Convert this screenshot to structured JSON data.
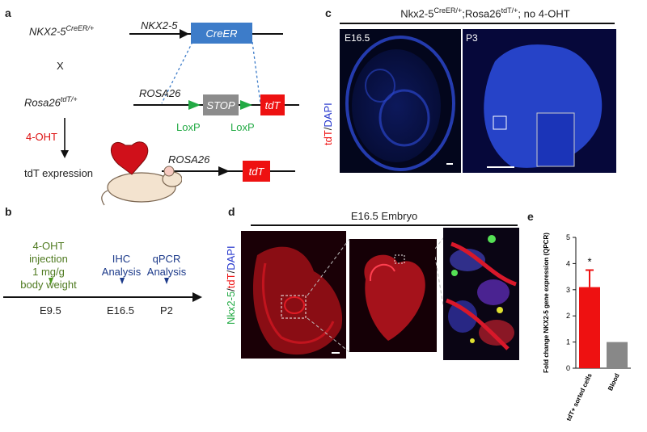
{
  "panel_a": {
    "label": "a",
    "gene1": "NKX2-5",
    "gene1_sup": "CreER/+",
    "cross": "X",
    "gene2": "Rosa26",
    "gene2_sup": "tdT/+",
    "treatment": "4-OHT",
    "outcome": "tdT expression",
    "locus1": "NKX2-5",
    "creer": "CreER",
    "locus2": "ROSA26",
    "stop": "STOP",
    "tdt": "tdT",
    "loxp1": "LoxP",
    "loxp2": "LoxP",
    "locus3": "ROSA26",
    "tdt2": "tdT",
    "colors": {
      "creer": "#3d7cc9",
      "stop": "#8c8c8c",
      "tdt": "#ee1111",
      "loxp": "#22aa44",
      "treatment": "#dd1111"
    }
  },
  "panel_b": {
    "label": "b",
    "injection_line1": "4-OHT injection",
    "injection_line2": "1 mg/g",
    "injection_line3": "body weight",
    "ihc_line1": "IHC",
    "ihc_line2": "Analysis",
    "qpcr_line1": "qPCR",
    "qpcr_line2": "Analysis",
    "t1": "E9.5",
    "t2": "E16.5",
    "t3": "P2"
  },
  "panel_c": {
    "label": "c",
    "title_pre": "Nkx2-5",
    "title_sup1": "CreER/+",
    "title_mid": ";Rosa26",
    "title_sup2": "tdT/+",
    "title_post": "; no 4-OHT",
    "ylabel_red": "tdT",
    "ylabel_sep": "/",
    "ylabel_blue": "DAPI",
    "img1_label": "E16.5",
    "img2_label": "P3"
  },
  "panel_d": {
    "label": "d",
    "title": "E16.5 Embryo",
    "ylabel_green": "Nkx2-5",
    "ylabel_sep1": "/",
    "ylabel_red": "tdT",
    "ylabel_sep2": "/",
    "ylabel_blue": "DAPI"
  },
  "panel_e": {
    "label": "e"
  },
  "chart_data": {
    "type": "bar",
    "categories": [
      "tdT+ sorted cells",
      "Blood"
    ],
    "values": [
      3.1,
      1.0
    ],
    "errors": [
      0.65,
      0
    ],
    "colors": [
      "#ee1111",
      "#888888"
    ],
    "ylabel": "Fold change NKX2-5 gene expression (QPCR)",
    "ylim": [
      0,
      5
    ],
    "yticks": [
      0,
      1,
      2,
      3,
      4,
      5
    ],
    "significance": [
      "*",
      ""
    ]
  }
}
